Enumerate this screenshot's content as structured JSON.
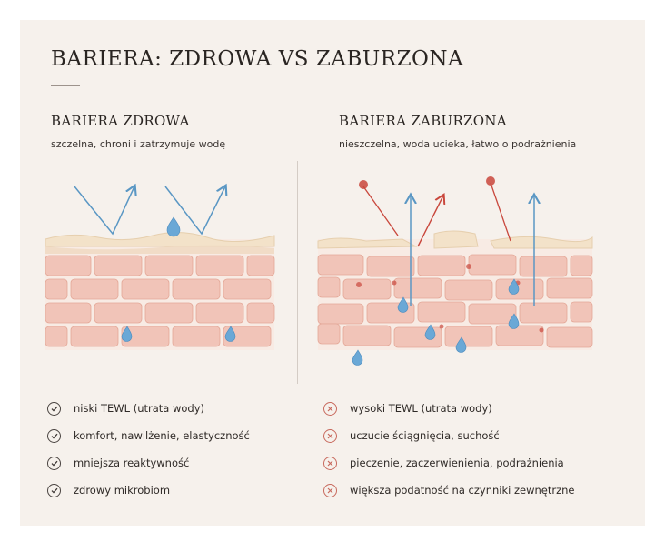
{
  "title": "BARIERA: ZDROWA VS ZABURZONA",
  "healthy": {
    "heading": "BARIERA ZDROWA",
    "subtitle": "szczelna, chroni i zatrzymuje wodę",
    "points": [
      "niski TEWL (utrata wody)",
      "komfort, nawilżenie, elastyczność",
      "mniejsza reaktywność",
      "zdrowy mikrobiom"
    ]
  },
  "damaged": {
    "heading": "BARIERA ZABURZONA",
    "subtitle": "nieszczelna, woda ucieka, łatwo o podrażnienia",
    "points": [
      "wysoki TEWL (utrata wody)",
      "uczucie ściągnięcia, suchość",
      "pieczenie, zaczerwienienia, podrażnienia",
      "większa podatność na czynniki zewnętrzne"
    ]
  },
  "colors": {
    "background": "#f6f1ec",
    "brick": "#f1c4b8",
    "mortar": "#f8ebe4",
    "stratum": "#f3e2c9",
    "arrow": "#5a97c4",
    "irritant": "#c9473c",
    "water": "#6aa8d6"
  },
  "icons": {
    "healthy_point": "check-circle-icon",
    "damaged_point": "x-circle-icon"
  }
}
